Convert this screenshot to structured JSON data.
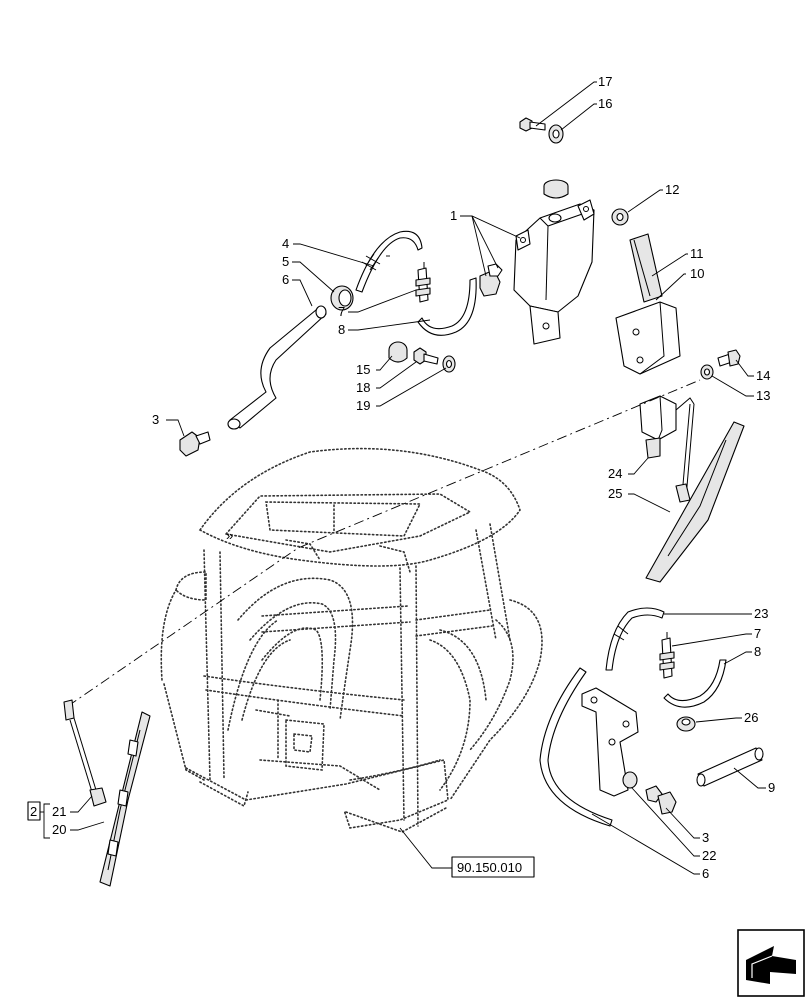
{
  "callouts": {
    "c17": "17",
    "c16": "16",
    "c12": "12",
    "c1": "1",
    "c4": "4",
    "c5": "5",
    "c6_top": "6",
    "c7_top": "7",
    "c8_top": "8",
    "c11": "11",
    "c10": "10",
    "c15": "15",
    "c18": "18",
    "c19": "19",
    "c14": "14",
    "c13": "13",
    "c3_top": "3",
    "c24": "24",
    "c25": "25",
    "c23": "23",
    "c7_right": "7",
    "c8_right": "8",
    "c26": "26",
    "c9": "9",
    "c3_right": "3",
    "c22": "22",
    "c6_right": "6",
    "c21": "21",
    "c20": "20",
    "kit_box": "2"
  },
  "reference": {
    "label": "90.150.010"
  },
  "nav": {
    "icon": "next-page-arrow-icon"
  }
}
